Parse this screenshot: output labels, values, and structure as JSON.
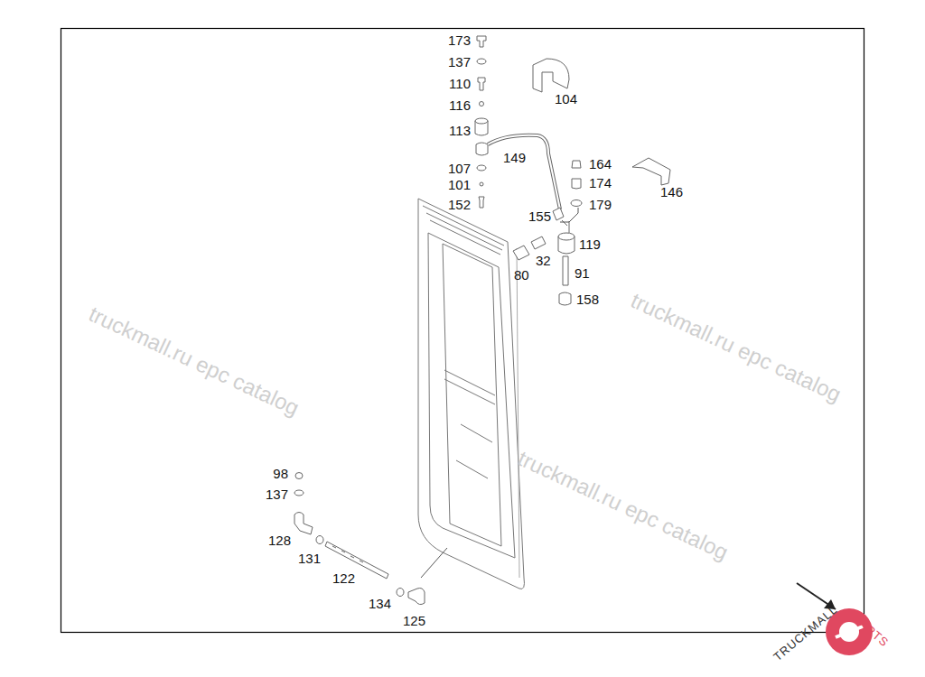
{
  "diagram": {
    "labels": [
      "173",
      "137",
      "110",
      "116",
      "113",
      "107",
      "101",
      "152",
      "104",
      "149",
      "164",
      "174",
      "146",
      "179",
      "155",
      "119",
      "32",
      "80",
      "91",
      "158",
      "98",
      "137",
      "128",
      "131",
      "122",
      "134",
      "125",
      "truckmall.ru epc catalog",
      "truckmall.ru epc catalog",
      "truckmall.ru epc catalog",
      "TRUCKMALL",
      "PARTS"
    ]
  }
}
